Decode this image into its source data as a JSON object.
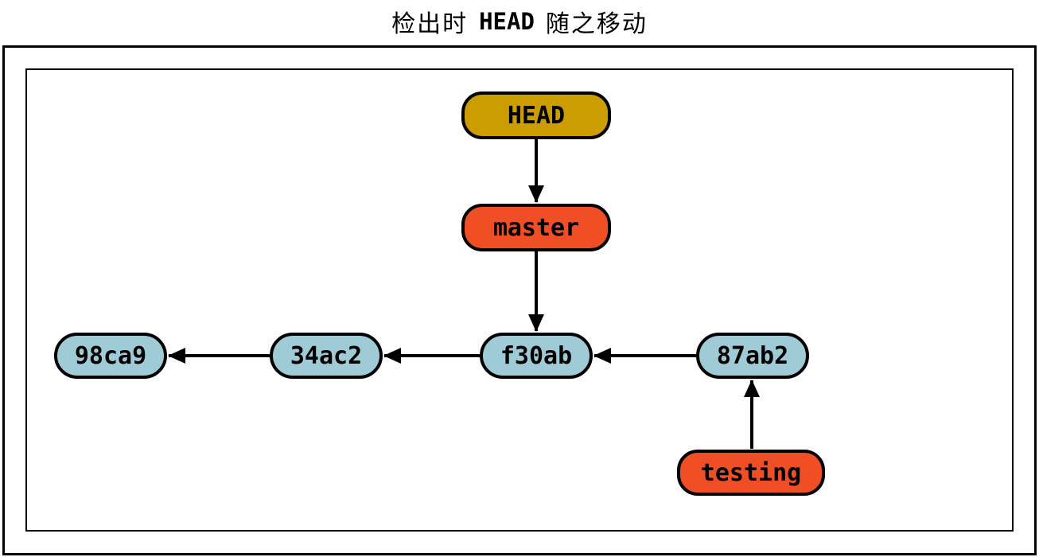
{
  "title": {
    "prefix": "检出时",
    "keyword": "HEAD",
    "suffix": "随之移动"
  },
  "diagram": {
    "nodes": {
      "head": {
        "label": "HEAD",
        "type": "head-pointer",
        "fill": "#cb9d00"
      },
      "master": {
        "label": "master",
        "type": "branch",
        "fill": "#f04e24"
      },
      "testing": {
        "label": "testing",
        "type": "branch",
        "fill": "#f04e24"
      },
      "98ca9": {
        "label": "98ca9",
        "type": "commit",
        "fill": "#9fcbd6"
      },
      "34ac2": {
        "label": "34ac2",
        "type": "commit",
        "fill": "#9fcbd6"
      },
      "f30ab": {
        "label": "f30ab",
        "type": "commit",
        "fill": "#9fcbd6"
      },
      "87ab2": {
        "label": "87ab2",
        "type": "commit",
        "fill": "#9fcbd6"
      }
    },
    "edges": [
      {
        "from": "HEAD",
        "to": "master",
        "direction": "down"
      },
      {
        "from": "master",
        "to": "f30ab",
        "direction": "down"
      },
      {
        "from": "34ac2",
        "to": "98ca9",
        "direction": "left"
      },
      {
        "from": "f30ab",
        "to": "34ac2",
        "direction": "left"
      },
      {
        "from": "87ab2",
        "to": "f30ab",
        "direction": "left"
      },
      {
        "from": "testing",
        "to": "87ab2",
        "direction": "up"
      }
    ],
    "colors": {
      "head_fill": "#cb9d00",
      "branch_fill": "#f04e24",
      "commit_fill": "#9fcbd6",
      "stroke": "#000000",
      "background": "#ffffff"
    }
  }
}
